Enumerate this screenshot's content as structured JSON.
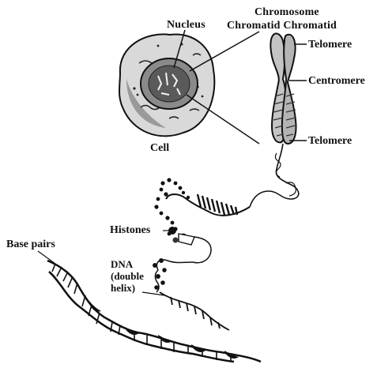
{
  "labels": {
    "nucleus": "Nucleus",
    "chromosome": "Chromosome",
    "chromatids": "Chromatid Chromatid",
    "telomere_top": "Telomere",
    "centromere": "Centromere",
    "telomere_bottom": "Telomere",
    "cell": "Cell",
    "histones": "Histones",
    "base_pairs": "Base pairs",
    "dna": "DNA\n(double\nhelix)"
  },
  "colors": {
    "ink": "#111111",
    "cell_fill": "#d9d9d9",
    "nucleus_fill": "#8a8a8a",
    "chromosome_fill": "#c4c4c4"
  }
}
